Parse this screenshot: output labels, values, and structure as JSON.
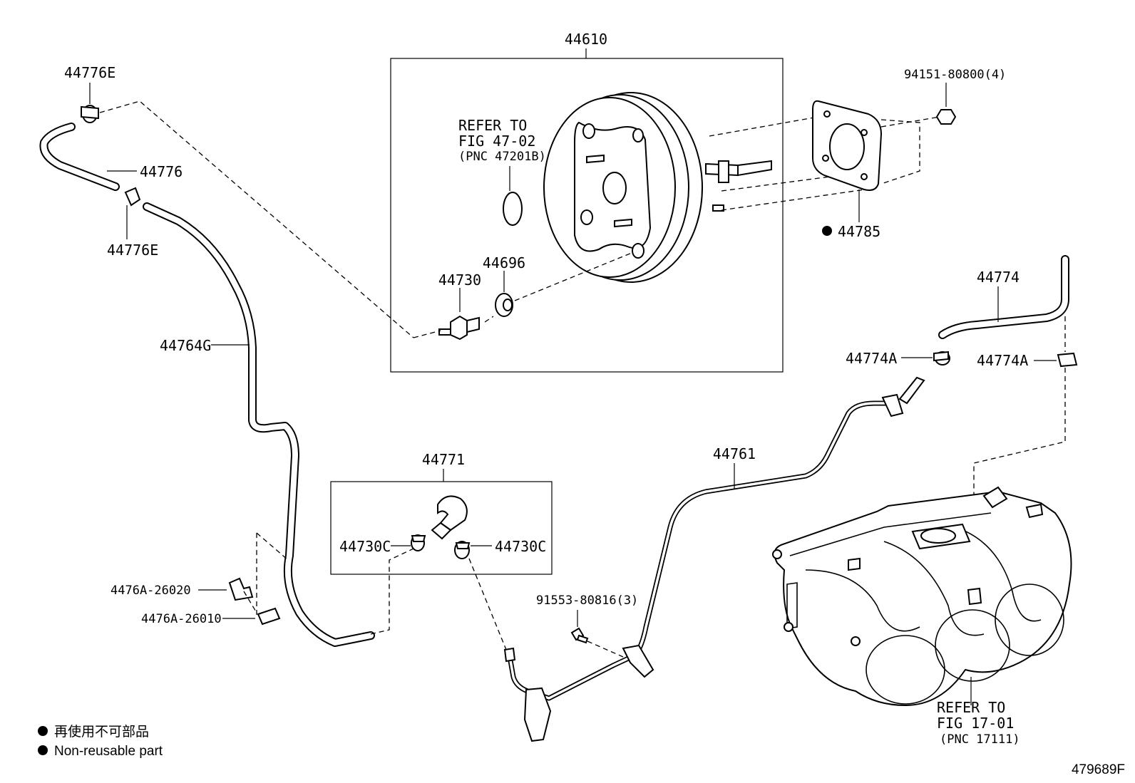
{
  "labels": {
    "p44610": "44610",
    "p44776E_top": "44776E",
    "p44776": "44776",
    "p44776E_bottom": "44776E",
    "p44764G": "44764G",
    "p94151": "94151-80800(4)",
    "p44785": "44785",
    "p44730": "44730",
    "p44696": "44696",
    "p44774": "44774",
    "p44774A_left": "44774A",
    "p44774A_right": "44774A",
    "p44771": "44771",
    "p44730C_left": "44730C",
    "p44730C_right": "44730C",
    "p44761": "44761",
    "p4476A_26020": "4476A-26020",
    "p4476A_26010": "4476A-26010",
    "p91553": "91553-80816(3)"
  },
  "refer_booster": {
    "line1": "REFER TO",
    "line2": "FIG 47-02",
    "line3": "(PNC 47201B)"
  },
  "refer_manifold": {
    "line1": "REFER TO",
    "line2": "FIG 17-01",
    "line3": "(PNC 17111)"
  },
  "legend": {
    "jp": "再使用不可部品",
    "en": "Non-reusable part"
  },
  "figure_id": "479689F"
}
